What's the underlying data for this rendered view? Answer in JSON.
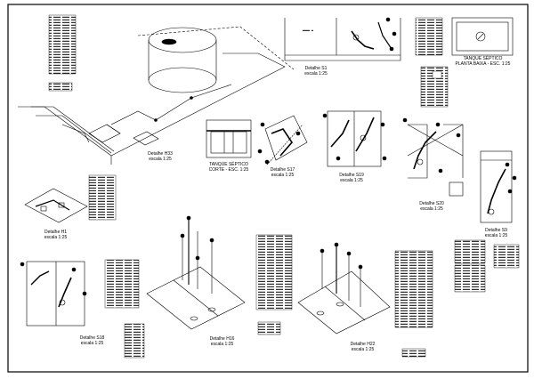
{
  "sheet": {
    "border_color": "#000000",
    "line_color": "#000000",
    "accent_color": "#555555"
  },
  "details": [
    {
      "id": "H33",
      "title": "Detalhe H33",
      "scale": "escala 1:25"
    },
    {
      "id": "tanque-corte",
      "title": "TANQUE SÉPTICO",
      "subtitle": "CORTE - ESC. 1:25"
    },
    {
      "id": "S17",
      "title": "Detalhe S17",
      "scale": "escala 1:25"
    },
    {
      "id": "S1",
      "title": "Detalhe S1",
      "scale": "escala 1:25"
    },
    {
      "id": "S19",
      "title": "Detalhe S19",
      "scale": "escala 1:25"
    },
    {
      "id": "tanque-planta",
      "title": "TANQUE SÉPTICO",
      "subtitle": "PLANTA BAIXA - ESC. 1:25"
    },
    {
      "id": "S20",
      "title": "Detalhe S20",
      "scale": "escala 1:25"
    },
    {
      "id": "S9",
      "title": "Detalhe S9",
      "scale": "escala 1:25"
    },
    {
      "id": "H1",
      "title": "Detalhe H1",
      "scale": "escala 1:25"
    },
    {
      "id": "S18",
      "title": "Detalhe S18",
      "scale": "escala 1:25"
    },
    {
      "id": "H16",
      "title": "Detalhe H16",
      "scale": "escala 1:25"
    },
    {
      "id": "H22",
      "title": "Detalhe H22",
      "scale": "escala 1:25"
    }
  ]
}
